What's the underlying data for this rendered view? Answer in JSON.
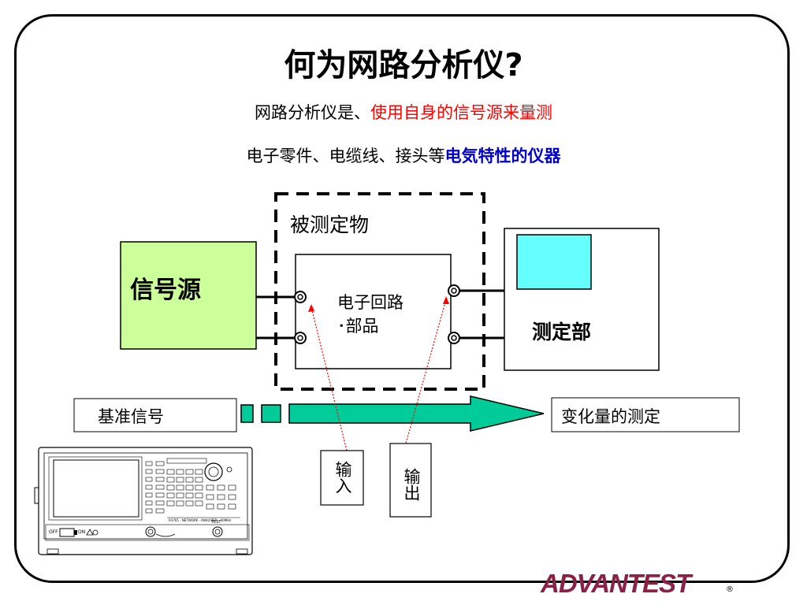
{
  "title": "何为网路分析仪?",
  "intro": {
    "line1_plain": "网路分析仪是、",
    "line1_red": "使用自身的信号源来量测",
    "line2_plain": "电子零件、电缆线、接头等",
    "line2_blue": "电気特性的仪器"
  },
  "diagram": {
    "dut_label": "被测定物",
    "signal_source": "信号源",
    "circuit_line1": "电子回路",
    "circuit_line2": "･部品",
    "measure_unit": "测定部",
    "reference_signal": "基准信号",
    "change_measure": "变化量的测定",
    "input_label": "输入",
    "output_label": "输出"
  },
  "colors": {
    "signal_source_fill": "#ccff99",
    "screen_fill": "#66ffff",
    "arrow_fill": "#00cc99",
    "highlight_red": "#ff0000",
    "highlight_blue": "#0000cc",
    "logo": "#8b2246"
  },
  "logo": {
    "text": "ADVANTEST",
    "registered": "®"
  },
  "instrument": {
    "model_text": "R3765 · NETWORK · ANALYZER · 40MHz",
    "off_label": "OFF",
    "on_label": "ON",
    "test_label": "TEST"
  }
}
